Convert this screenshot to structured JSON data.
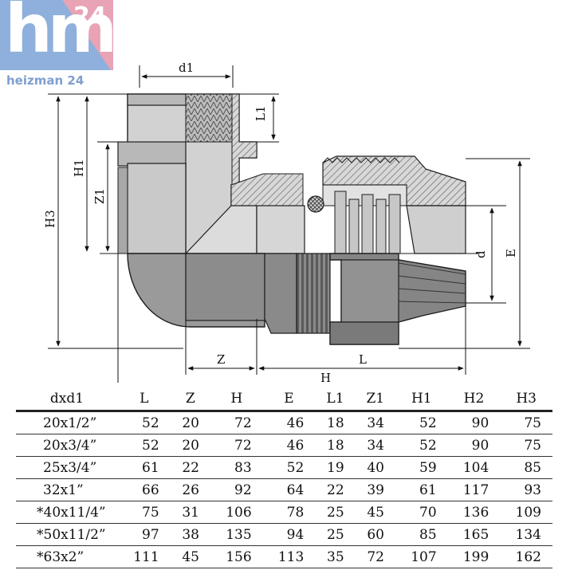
{
  "logo": {
    "mark": "hm",
    "number": "24",
    "subtitle": "heizman 24"
  },
  "dimensions": {
    "d1": "d1",
    "L1": "L1",
    "H1": "H1",
    "Z1": "Z1",
    "H3": "H3",
    "d": "d",
    "E": "E",
    "Z": "Z",
    "H": "H",
    "L": "L"
  },
  "table": {
    "headers": [
      "dxd1",
      "L",
      "Z",
      "H",
      "E",
      "L1",
      "Z1",
      "H1",
      "H2",
      "H3"
    ],
    "rows": [
      [
        "20x1/2”",
        "52",
        "20",
        "72",
        "46",
        "18",
        "34",
        "52",
        "90",
        "75"
      ],
      [
        "20x3/4”",
        "52",
        "20",
        "72",
        "46",
        "18",
        "34",
        "52",
        "90",
        "75"
      ],
      [
        "25x3/4”",
        "61",
        "22",
        "83",
        "52",
        "19",
        "40",
        "59",
        "104",
        "85"
      ],
      [
        "32x1”",
        "66",
        "26",
        "92",
        "64",
        "22",
        "39",
        "61",
        "117",
        "93"
      ],
      [
        "*40x11/4”",
        "75",
        "31",
        "106",
        "78",
        "25",
        "45",
        "70",
        "136",
        "109"
      ],
      [
        "*50x11/2”",
        "97",
        "38",
        "135",
        "94",
        "25",
        "60",
        "85",
        "165",
        "134"
      ],
      [
        "*63x2”",
        "111",
        "45",
        "156",
        "113",
        "35",
        "72",
        "107",
        "199",
        "162"
      ]
    ]
  },
  "colors": {
    "light_body": "#d2d2d2",
    "dark_body": "#9a9a9a",
    "darker": "#7e7e7e",
    "outline": "#1e1e1e",
    "hatch": "#555555",
    "logo_blue": "#8fb0dc",
    "logo_red": "#e8a3b5"
  }
}
